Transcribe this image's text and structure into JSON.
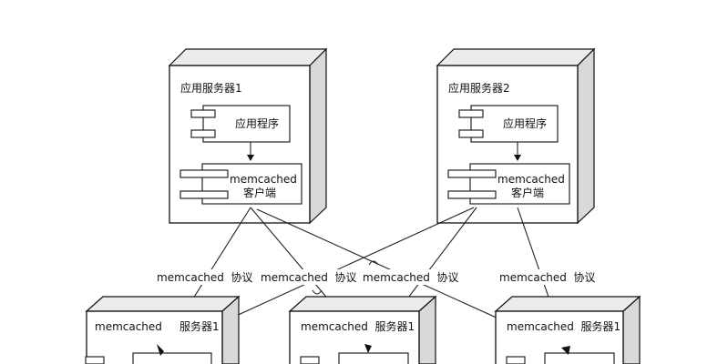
{
  "app_servers": [
    {
      "title": "应用服务器1",
      "app_component": "应用程序",
      "client_line1": "memcached",
      "client_line2": "客户端"
    },
    {
      "title": "应用服务器2",
      "app_component": "应用程序",
      "client_line1": "memcached",
      "client_line2": "客户端"
    }
  ],
  "protocol_labels": [
    "memcached  协议",
    "memcached  协议",
    "memcached  协议",
    "memcached  协议"
  ],
  "mem_servers": [
    {
      "title": "memcached     服务器1"
    },
    {
      "title": "memcached  服务器1"
    },
    {
      "title": "memcached  服务器1"
    }
  ]
}
